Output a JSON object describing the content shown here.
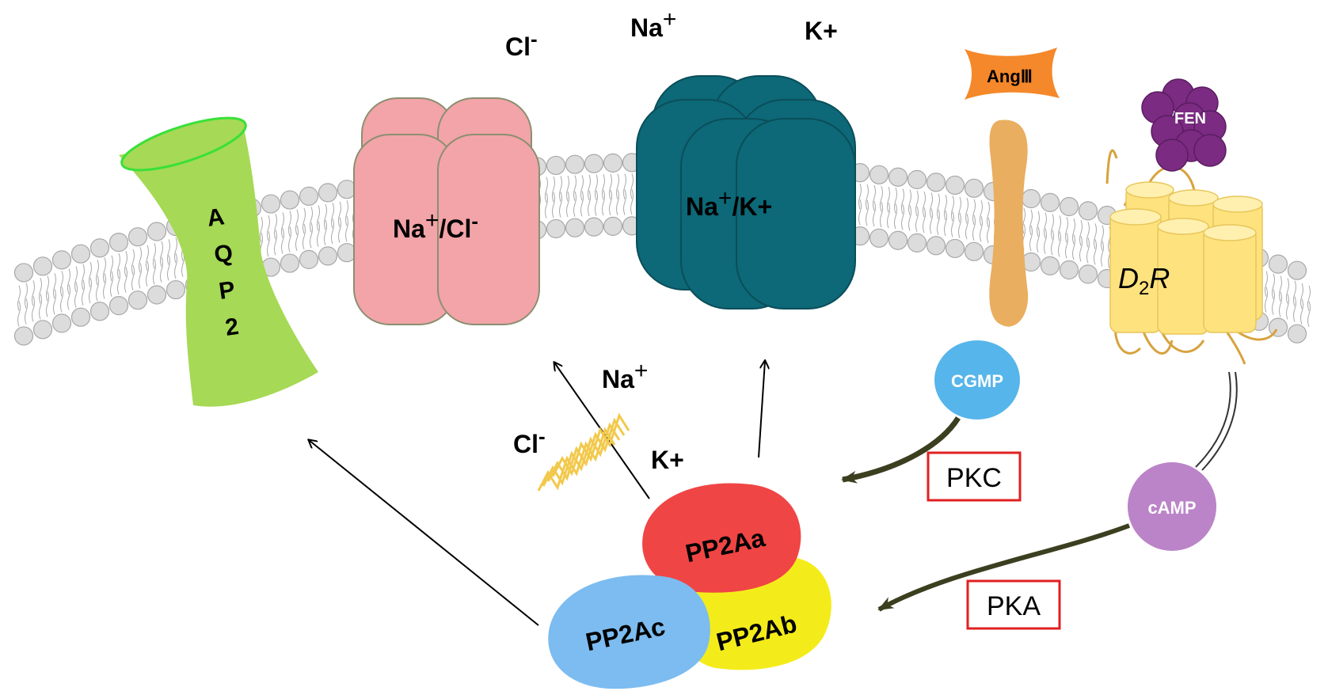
{
  "colors": {
    "membrane_head": "#dcdcdc",
    "membrane_stroke": "#a8a8a8",
    "aqp2": "#a6d955",
    "aqp2_rim": "#39e039",
    "nacl": "#f2a4a8",
    "nak": "#0d6877",
    "ang_ligand": "#f5882a",
    "ang_receptor": "#e9ae60",
    "fen": "#7b2b82",
    "d2r": "#fde27e",
    "d2r_loop": "#d7a23e",
    "cgmp": "#56b5ea",
    "camp": "#bb84c8",
    "pp2aa": "#f04545",
    "pp2ab": "#f4ec1a",
    "pp2ac": "#7cbcf0",
    "box_border": "#e02020",
    "ion_wave": "#f2c94c",
    "curved_arrow": "#3b3f20"
  },
  "icons": [
    "membrane-bilayer",
    "aquaporin-channel",
    "cotransporter-cylinder",
    "atpase-cylinder",
    "receptor-helix",
    "fenoldopam-cluster",
    "phosphatase-complex"
  ],
  "labels": {
    "aqp2": [
      "A",
      "Q",
      "P",
      "2"
    ],
    "nacl": {
      "main": "Na",
      "sup": "+",
      "tail": "/Cl",
      "sup2": "-"
    },
    "nak": {
      "main": "Na",
      "sup": "+",
      "tail": "/K+"
    },
    "top_cl": {
      "main": "Cl",
      "sup": "-"
    },
    "top_na": {
      "main": "Na",
      "sup": "+"
    },
    "top_k": "K+",
    "ang": "AngⅢ",
    "fen": "FEN",
    "d2r": {
      "main": "D",
      "sub": "2",
      "tail": "R"
    },
    "cgmp": "CGMP",
    "camp": "cAMP",
    "pkc": "PKC",
    "pka": "PKA",
    "inner_na": {
      "main": "Na",
      "sup": "+"
    },
    "inner_cl": {
      "main": "Cl",
      "sup": "-"
    },
    "inner_k": "K+",
    "pp2aa": "PP2Aa",
    "pp2ab": "PP2Ab",
    "pp2ac": "PP2Ac"
  }
}
